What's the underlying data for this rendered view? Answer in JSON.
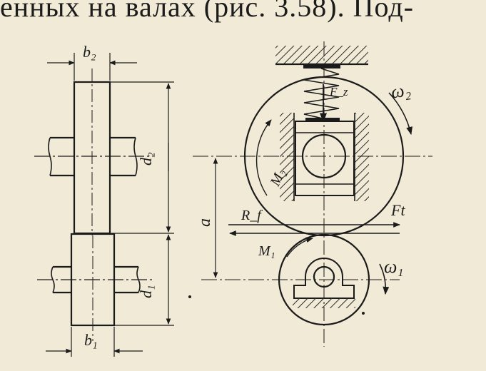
{
  "text": {
    "line": "енных на валах (рис. 3.58). Под-"
  },
  "labels": {
    "b2": "b₂",
    "d2": "d₂",
    "d1": "d₁",
    "b1": "b₁",
    "omega2": "ω₂",
    "omega1": "ω₁",
    "Fz": "F_z",
    "M2": "M₂",
    "M1": "M₁",
    "a": "a",
    "Rf": "R_f",
    "Ft": "Ft"
  }
}
